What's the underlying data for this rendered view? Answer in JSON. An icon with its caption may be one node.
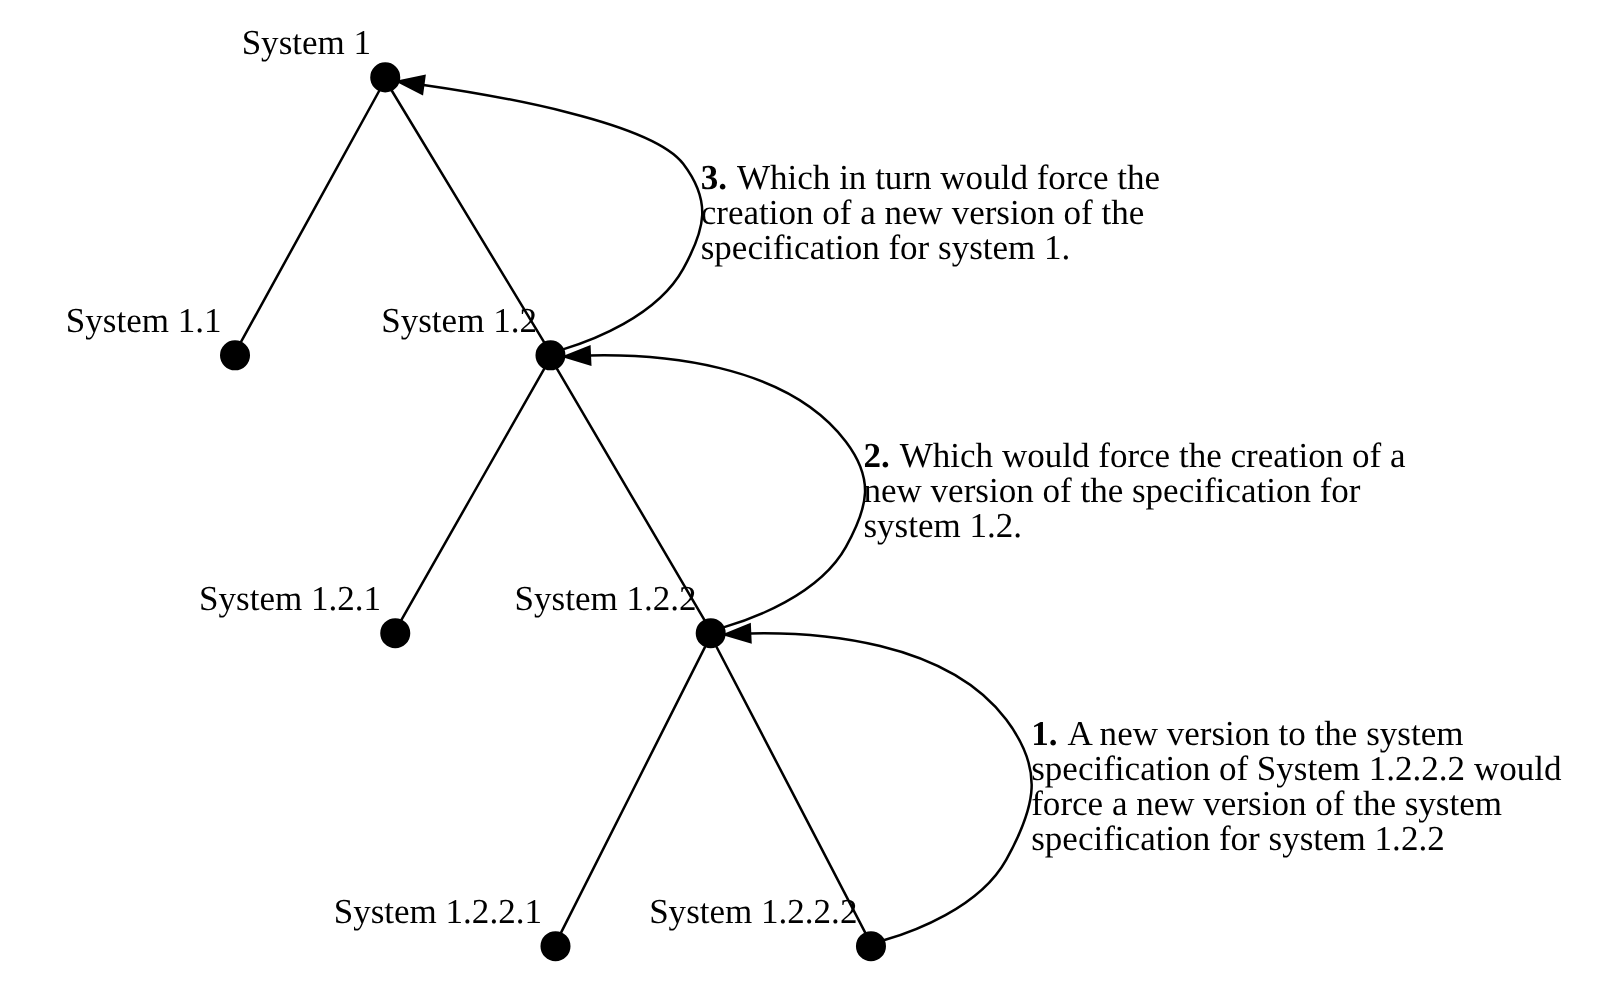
{
  "diagram": {
    "nodes": [
      {
        "text": [],
        "shape": "circle",
        "beside": [
          "System 1"
        ]
      },
      {
        "text": [],
        "shape": "circle",
        "beside": [
          "System 1.1"
        ]
      },
      {
        "text": [],
        "shape": "circle",
        "beside": [
          "System 1.2"
        ]
      },
      {
        "text": [],
        "shape": "circle",
        "beside": [
          "System 1.2.1"
        ]
      },
      {
        "text": [],
        "shape": "circle",
        "beside": [
          "System 1.2.2"
        ]
      },
      {
        "text": [],
        "shape": "circle",
        "beside": [
          "System 1.2.2.1"
        ]
      },
      {
        "text": [],
        "shape": "circle",
        "beside": [
          "System 1.2.2.2"
        ]
      }
    ],
    "edges": [
      {
        "from": 0,
        "to": 1,
        "arrow": "none"
      },
      {
        "from": 0,
        "to": 2,
        "arrow": "none"
      },
      {
        "from": 2,
        "to": 3,
        "arrow": "none"
      },
      {
        "from": 2,
        "to": 4,
        "arrow": "none"
      },
      {
        "from": 4,
        "to": 5,
        "arrow": "none"
      },
      {
        "from": 4,
        "to": 6,
        "arrow": "none"
      },
      {
        "from": 6,
        "to": 4,
        "arrow": "to",
        "label": "**1.** A new version to the system specification of System 1.2.2.2 would force a new version of the system specification for system 1.2.2"
      },
      {
        "from": 4,
        "to": 2,
        "arrow": "to",
        "label": "**2.** Which would force the creation of a new version of the specification for system 1.2."
      },
      {
        "from": 2,
        "to": 0,
        "arrow": "to",
        "label": "**3.** Which in turn would force the creation of a new version of the specification for system 1."
      }
    ]
  }
}
